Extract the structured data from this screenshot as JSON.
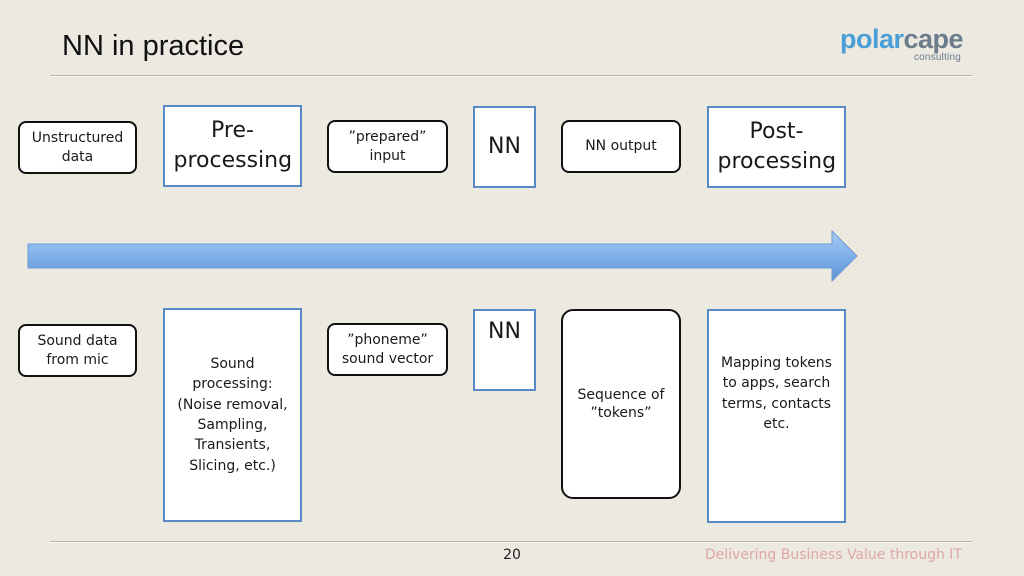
{
  "header": {
    "title": "NN in practice",
    "logo_primary": "polar",
    "logo_secondary": "cape",
    "logo_sub": "consulting"
  },
  "top_row": {
    "unstructured": "Unstructured data",
    "preprocessing": "Pre-processing",
    "prepared_input": "”prepared” input",
    "nn": "NN",
    "nn_output": "NN output",
    "postprocessing": "Post-processing"
  },
  "bottom_row": {
    "sound_data": "Sound data from mic",
    "sound_processing": "Sound processing: (Noise removal, Sampling, Transients, Slicing, etc.)",
    "phoneme": "”phoneme” sound vector",
    "nn": "NN",
    "sequence": "Sequence of ”tokens”",
    "mapping": "Mapping tokens to apps, search terms, contacts etc."
  },
  "footer": {
    "page_number": "20",
    "tagline": "Delivering Business Value through IT"
  },
  "colors": {
    "background": "#ece9e1",
    "box_border_blue": "#5a8ac6",
    "arrow_fill": "#7fb0e8",
    "logo_blue": "#4a9fd6",
    "logo_grey": "#6c7c8c",
    "tagline": "#e0a7a4"
  }
}
